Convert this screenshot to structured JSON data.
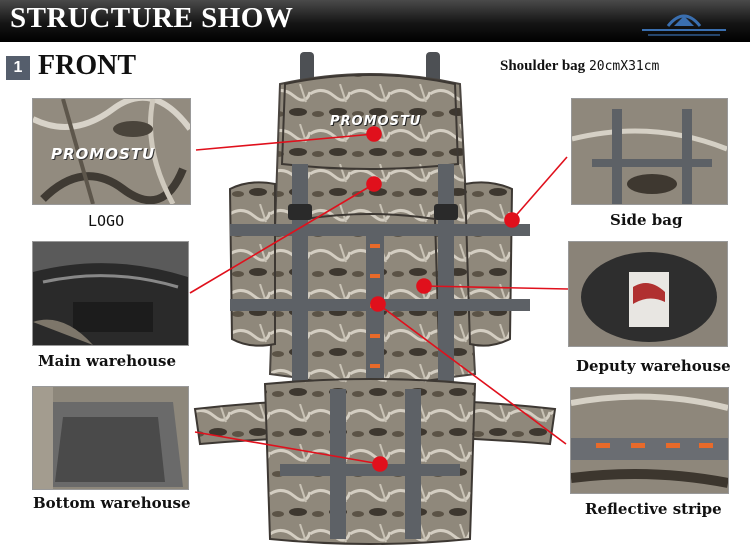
{
  "header": {
    "title": "STRUCTURE SHOW"
  },
  "section": {
    "number": "1",
    "title": "FRONT"
  },
  "shoulder_bag": {
    "label": "Shoulder bag",
    "dimensions": "20cmX31cm"
  },
  "logo_text": "PROMOSTU",
  "captions": {
    "logo": "LOGO",
    "main_warehouse": "Main warehouse",
    "bottom_warehouse": "Bottom warehouse",
    "side_bag": "Side bag",
    "deputy_warehouse": "Deputy warehouse",
    "reflective_stripe": "Reflective stripe"
  },
  "colors": {
    "leader_line": "#e0101c",
    "header_bg": "#1a1a1a",
    "badge": "#555e6c",
    "strap": "#5d6166",
    "accent_orange": "#e86a2a"
  }
}
